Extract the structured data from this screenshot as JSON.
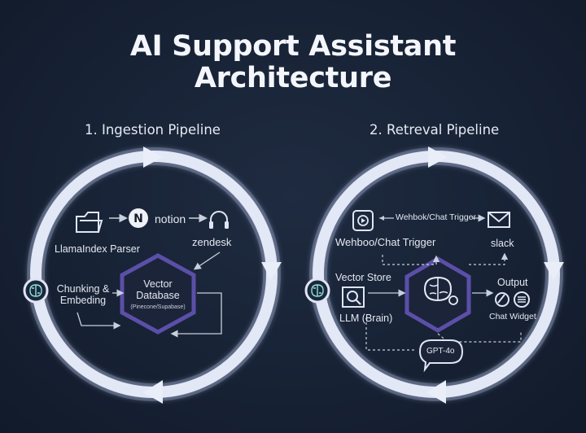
{
  "title": {
    "line1": "AI Support Assistant",
    "line2": "Architecture"
  },
  "colors": {
    "background": "#172235",
    "ring": "#e6ebf8",
    "hexagon_border": "#5b4fa8",
    "arrow_accent": "#7fd8c8"
  },
  "ingestion": {
    "heading": "1. Ingestion Pipeline",
    "notion": "notion",
    "zendesk": "zendesk",
    "parser": "LlamaIndex Parser",
    "chunk_line1": "Chunking &",
    "chunk_line2": "Embeding",
    "vector_line1": "Vector",
    "vector_line2": "Database",
    "vector_sub": "(Pinecone/Supabase)",
    "icons": [
      "folder-icon",
      "notion-icon",
      "headphones-icon",
      "brain-chip-icon"
    ]
  },
  "retrieval": {
    "heading": "2. Retreval Pipeline",
    "webhook_top": "Wehbok/Chat Trigger",
    "webhook_label": "Wehboo/Chat Trigger",
    "slack": "slack",
    "vector_store": "Vector Store",
    "llm": "LLM (Brain)",
    "output": "Output",
    "chat_widget": "Chat Widget",
    "gpt": "GPT-4o",
    "icons": [
      "chat-trigger-icon",
      "mail-icon",
      "search-icon",
      "brain-gear-icon",
      "openai-icon",
      "menu-icon",
      "brain-chip-icon"
    ]
  }
}
